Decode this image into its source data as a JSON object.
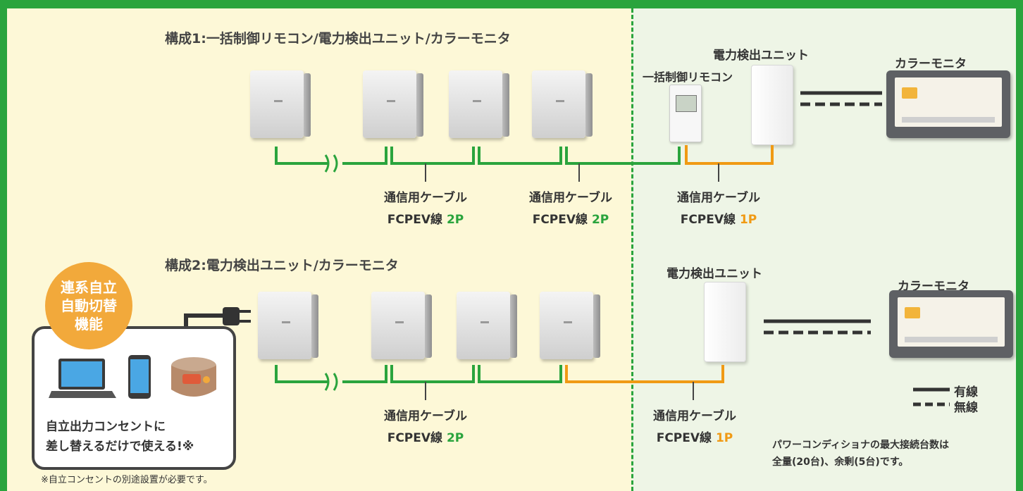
{
  "config1": {
    "title": "構成1:一括制御リモコン/電力検出ユニット/カラーモニタ",
    "remote_label": "一括制御リモコン",
    "detector_label": "電力検出ユニット",
    "monitor_label": "カラーモニタ",
    "cables": [
      {
        "label": "通信用ケーブル",
        "spec": "FCPEV線",
        "pair": "2P",
        "pair_color": "green"
      },
      {
        "label": "通信用ケーブル",
        "spec": "FCPEV線",
        "pair": "2P",
        "pair_color": "green"
      },
      {
        "label": "通信用ケーブル",
        "spec": "FCPEV線",
        "pair": "1P",
        "pair_color": "orange"
      }
    ]
  },
  "config2": {
    "title": "構成2:電力検出ユニット/カラーモニタ",
    "detector_label": "電力検出ユニット",
    "monitor_label": "カラーモニタ",
    "cables": [
      {
        "label": "通信用ケーブル",
        "spec": "FCPEV線",
        "pair": "2P",
        "pair_color": "green"
      },
      {
        "label": "通信用ケーブル",
        "spec": "FCPEV線",
        "pair": "1P",
        "pair_color": "orange"
      }
    ]
  },
  "badge": {
    "lines": [
      "連系自立",
      "自動切替",
      "機能"
    ]
  },
  "appliances": {
    "icons": [
      "laptop-icon",
      "smartphone-icon",
      "rice-cooker-icon"
    ],
    "caption_line1": "自立出力コンセントに",
    "caption_line2": "差し替えるだけで使える!※"
  },
  "footnote": "※自立コンセントの別途設置が必要です。",
  "legend": {
    "wired": "有線",
    "wireless": "無線"
  },
  "max_note": {
    "line1": "パワーコンディショナの最大接続台数は",
    "line2": "全量(20台)、余剰(5台)です。"
  },
  "colors": {
    "green": "#2aa43d",
    "orange": "#f09a14",
    "dark": "#444444",
    "badge": "#f2a93b"
  }
}
